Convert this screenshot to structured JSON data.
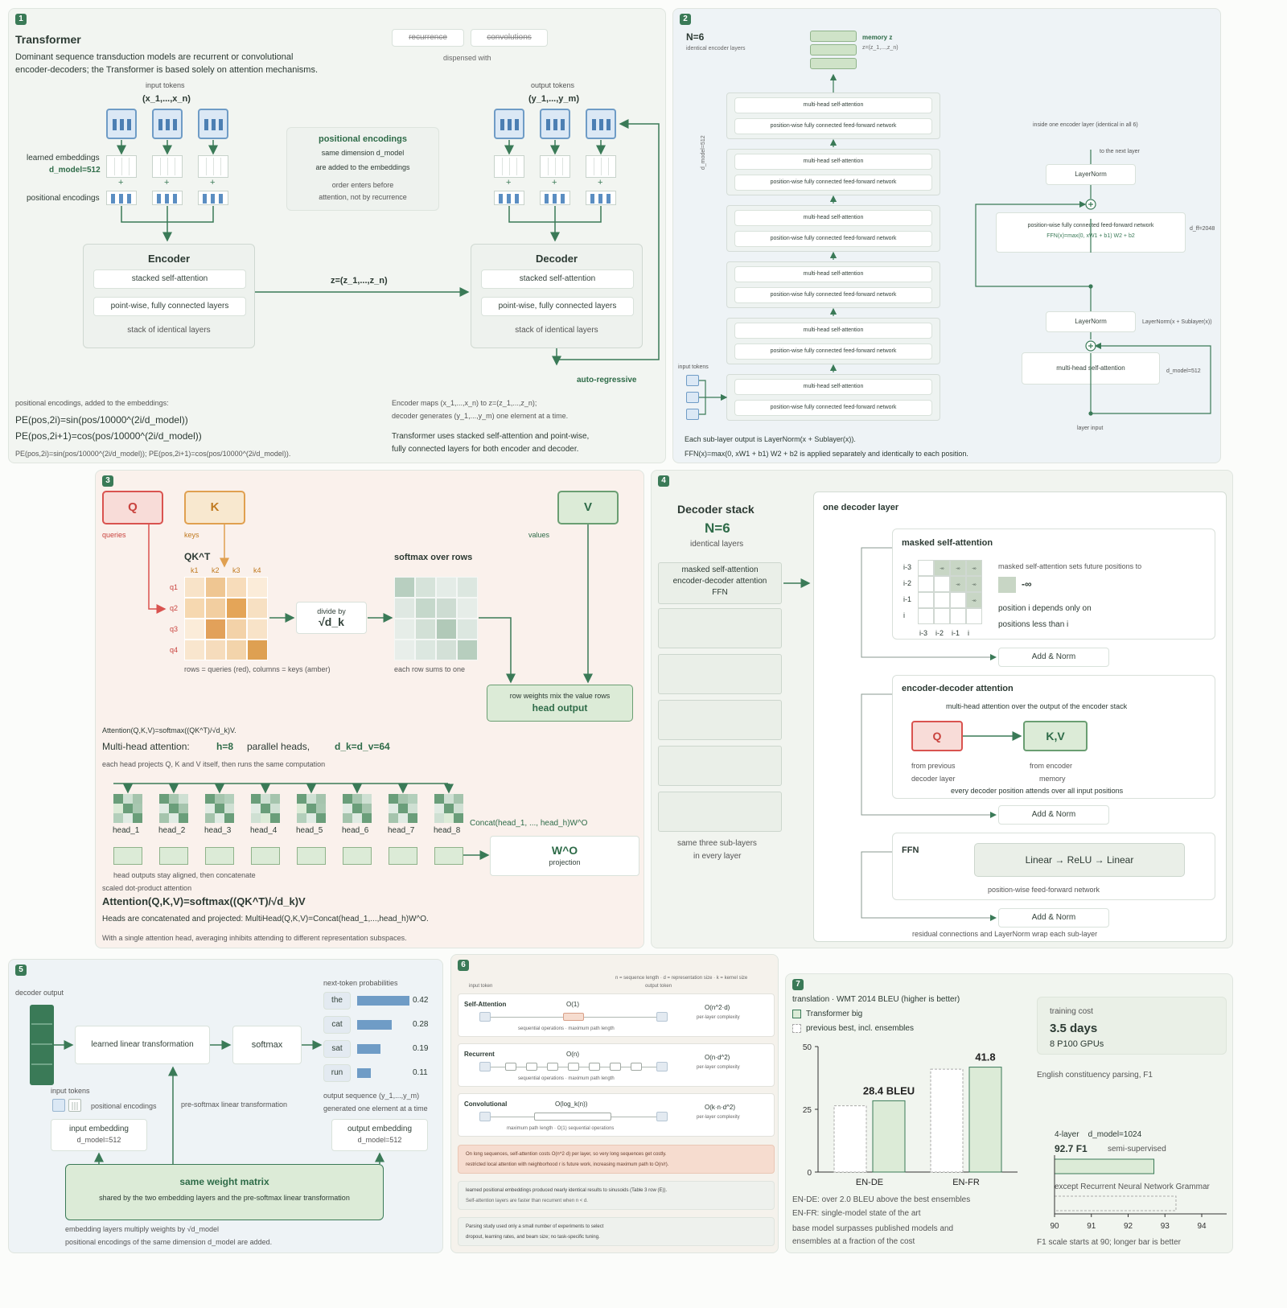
{
  "p1": {
    "num": "1",
    "title": "Transformer",
    "desc1": "Dominant sequence transduction models are recurrent or convolutional",
    "desc2": "encoder-decoders; the Transformer is based solely on attention mechanisms.",
    "dis1": "recurrence",
    "dis2": "convolutions",
    "dis_cap": "dispensed with",
    "in_lab": "input tokens",
    "in_sym": "(x_1,...,x_n)",
    "out_lab": "output tokens",
    "out_sym": "(y_1,...,y_m)",
    "emb_lab": "learned embeddings",
    "dmodel": "d_model=512",
    "pe_lab": "positional encodings",
    "plus": "+",
    "pebox_t": "positional encodings",
    "pebox_1": "same dimension d_model",
    "pebox_2": "are added to the embeddings",
    "pebox_3": "order enters before",
    "pebox_4": "attention, not by recurrence",
    "enc_t": "Encoder",
    "dec_t": "Decoder",
    "sub1": "stacked self-attention",
    "sub2": "point-wise, fully connected layers",
    "stack": "stack of identical layers",
    "z": "z=(z_1,...,z_n)",
    "autoreg": "auto-regressive",
    "pe_cap": "positional encodings, added to the embeddings:",
    "pe_sin": "PE(pos,2i)=sin(pos/10000^(2i/d_model))",
    "pe_cos": "PE(pos,2i+1)=cos(pos/10000^(2i/d_model))",
    "pe_small": "PE(pos,2i)=sin(pos/10000^(2i/d_model)); PE(pos,2i+1)=cos(pos/10000^(2i/d_model)).",
    "map1": "Encoder maps (x_1,...,x_n) to z=(z_1,...,z_n);",
    "map2": "decoder generates (y_1,...,y_m) one element at a time.",
    "use1": "Transformer uses stacked self-attention and point-wise,",
    "use2": "fully connected layers for both encoder and decoder."
  },
  "p2": {
    "num": "2",
    "n": "N=6",
    "n_sub": "identical encoder layers",
    "mem": "memory z",
    "mem_sub": "z=(z_1,...,z_n)",
    "mhsa": "multi-head self-attention",
    "ffn": "position-wise fully connected feed-forward network",
    "dmodel_v": "d_model=512",
    "in_tok": "input tokens",
    "inside": "inside one encoder layer (identical in all 6)",
    "next": "to the next layer",
    "ln": "LayerNorm",
    "ffn_long": "position-wise fully connected feed-forward network",
    "ffn_eq": "FFN(x)=max(0, xW1 + b1) W2 + b2",
    "dff": "d_ff=2048",
    "ln_eq": "LayerNorm(x + Sublayer(x))",
    "dm": "d_model=512",
    "layer_in": "layer input",
    "foot1": "Each sub-layer output is LayerNorm(x + Sublayer(x)).",
    "foot2": "FFN(x)=max(0, xW1 + b1) W2 + b2 is applied separately and identically to each position."
  },
  "p3": {
    "num": "3",
    "q": "Q",
    "k": "K",
    "v": "V",
    "queries": "queries",
    "keys": "keys",
    "values": "values",
    "qkt": "QK^T",
    "cols": [
      "k1",
      "k2",
      "k3",
      "k4"
    ],
    "rows": [
      "q1",
      "q2",
      "q3",
      "q4"
    ],
    "div1": "divide by",
    "div2": "√d_k",
    "softmax": "softmax over rows",
    "rows_cap": "rows = queries (red), columns = keys (amber)",
    "sum_cap": "each row sums to one",
    "mix": "row weights mix the value rows",
    "head_out": "head output",
    "att_small": "Attention(Q,K,V)=softmax((QK^T)/√d_k)V.",
    "mh": "Multi-head attention:",
    "h": "h=8",
    "par": "parallel heads,",
    "dk": "d_k=d_v=64",
    "proj_cap": "each head projects Q, K and V itself, then runs the same computation",
    "heads": [
      "head_1",
      "head_2",
      "head_3",
      "head_4",
      "head_5",
      "head_6",
      "head_7",
      "head_8"
    ],
    "concat": "Concat(head_1, ..., head_h)W^O",
    "wo": "W^O",
    "wo_sub": "projection",
    "align": "head outputs stay aligned, then concatenate",
    "sdp": "scaled dot-product attention",
    "att_big": "Attention(Q,K,V)=softmax((QK^T)/√d_k)V",
    "heads_eq": "Heads are concatenated and projected: MultiHead(Q,K,V)=Concat(head_1,...,head_h)W^O.",
    "single": "With a single attention head, averaging inhibits attending to different representation subspaces."
  },
  "p4": {
    "num": "4",
    "title": "Decoder stack",
    "n": "N=6",
    "n_sub": "identical layers",
    "s1": "masked self-attention",
    "s2": "encoder-decoder attention",
    "s3": "FFN",
    "same1": "same three sub-layers",
    "same2": "in every layer",
    "one": "one decoder layer",
    "masked": "masked self-attention",
    "mrows": [
      "i-3",
      "i-2",
      "i-1",
      "i"
    ],
    "mcols": [
      "i-3",
      "i-2",
      "i-1",
      "i"
    ],
    "inf": "-∞",
    "mtext": "masked self-attention sets future positions to",
    "minf": "-∞",
    "dep1": "position i depends only on",
    "dep2": "positions less than i",
    "addnorm": "Add & Norm",
    "eda": "encoder-decoder attention",
    "eda_sub": "multi-head attention over the output of the encoder stack",
    "q": "Q",
    "kv": "K,V",
    "from_prev1": "from previous",
    "from_prev2": "decoder layer",
    "from_enc1": "from encoder",
    "from_enc2": "memory",
    "every": "every decoder position attends over all input positions",
    "ffn": "FFN",
    "lin": "Linear → ReLU → Linear",
    "pwffn": "position-wise feed-forward network",
    "resid": "residual connections and LayerNorm wrap each sub-layer"
  },
  "p5": {
    "num": "5",
    "dec_out": "decoder output",
    "linear": "learned linear transformation",
    "softmax": "softmax",
    "probs_lab": "next-token probabilities",
    "tokens": [
      {
        "w": "the",
        "p": "0.42",
        "v": 0.42
      },
      {
        "w": "cat",
        "p": "0.28",
        "v": 0.28
      },
      {
        "w": "sat",
        "p": "0.19",
        "v": 0.19
      },
      {
        "w": "run",
        "p": "0.11",
        "v": 0.11
      }
    ],
    "in_tok": "input tokens",
    "pe": "positional encodings",
    "presoft": "pre-softmax linear transformation",
    "outseq1": "output sequence (y_1,...,y_m)",
    "outseq2": "generated one element at a time",
    "in_emb": "input embedding",
    "in_dm": "d_model=512",
    "out_emb": "output embedding",
    "out_dm": "d_model=512",
    "same": "same weight matrix",
    "same_sub": "shared by the two embedding layers and the pre-softmax linear transformation",
    "mult": "embedding layers multiply weights by √d_model",
    "peadd": "positional encodings of the same dimension d_model are added."
  },
  "p6": {
    "num": "6",
    "legend": "n = sequence length · d = representation size · k = kernel size",
    "in_tok": "input token",
    "out_tok": "output token",
    "rows": [
      {
        "name": "Self-Attention",
        "ops": "O(1)",
        "cx": "O(n^2·d)",
        "cap": "sequential operations · maximum path length"
      },
      {
        "name": "Recurrent",
        "ops": "O(n)",
        "cx": "O(n·d^2)",
        "cap": "sequential operations · maximum path length"
      },
      {
        "name": "Convolutional",
        "ops": "O(log_k(n))",
        "cx": "O(k·n·d^2)",
        "cap": "maximum path length · O(1) sequential operations"
      }
    ],
    "perlayer": "per-layer complexity",
    "note1a": "On long sequences, self-attention costs O(n^2·d) per layer, so very long sequences get costly.",
    "note1b": "restricted local attention with neighborhood r is future work, increasing maximum path to O(n/r).",
    "note2a": "learned positional embeddings produced nearly identical results to sinusoids (Table 3 row (E)).",
    "note2b": "Self-attention layers are faster than recurrent when n < d.",
    "note3a": "Parsing study used only a small number of experiments to select",
    "note3b": "dropout, learning rates, and beam size; no task-specific tuning."
  },
  "p7": {
    "num": "7",
    "title": "translation · WMT 2014 BLEU (higher is better)",
    "leg1": "Transformer big",
    "leg2": "previous best, incl. ensembles",
    "yticks": [
      "50",
      "25",
      "0"
    ],
    "cats": [
      "EN-DE",
      "EN-FR"
    ],
    "val_de": "28.4 BLEU",
    "val_fr": "41.8",
    "note1": "EN-DE: over 2.0 BLEU above the best ensembles",
    "note2": "EN-FR: single-model state of the art",
    "note3": "base model surpasses published models and",
    "note4": "ensembles at a fraction of the cost",
    "cost_lab": "training cost",
    "cost": "3.5 days",
    "gpus": "8 P100 GPUs",
    "parse": "English constituency parsing, F1",
    "cfg": "4-layer    d_model=1024",
    "f1": "92.7 F1",
    "semi": "semi-supervised",
    "rnng": "except Recurrent Neural Network Grammar",
    "xticks": [
      "90",
      "91",
      "92",
      "93",
      "94"
    ],
    "f1cap": "F1 scale starts at 90; longer bar is better"
  },
  "chart_data": {
    "type": "bar",
    "title": "translation · WMT 2014 BLEU (higher is better)",
    "categories": [
      "EN-DE",
      "EN-FR"
    ],
    "series": [
      {
        "name": "Transformer big",
        "values": [
          28.4,
          41.8
        ]
      },
      {
        "name": "previous best, incl. ensembles",
        "values": [
          26.4,
          41.0
        ]
      }
    ],
    "ylim": [
      0,
      50
    ],
    "yticks": [
      0,
      25,
      50
    ]
  },
  "colors": {
    "green": "#3a7a57",
    "red": "#d9534f",
    "amber": "#e0a050",
    "blue": "#4c7fb3"
  }
}
